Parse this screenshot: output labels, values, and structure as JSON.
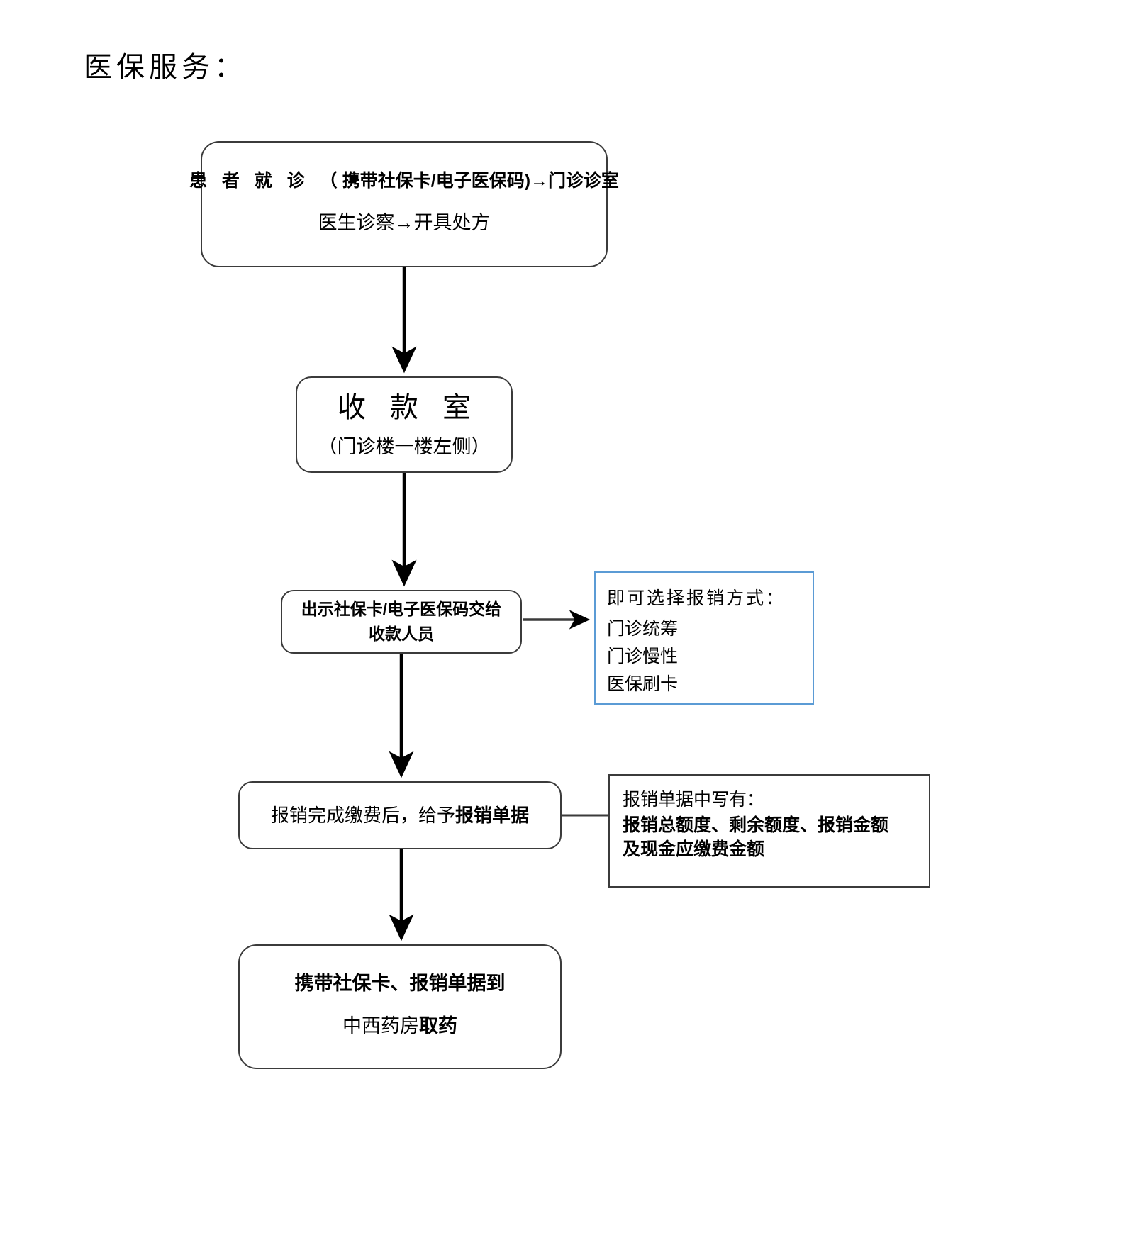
{
  "page": {
    "title": "医保服务："
  },
  "flowchart": {
    "type": "flowchart",
    "orientation": "top-to-bottom",
    "nodes": [
      {
        "id": "visit",
        "shape": "rounded-rectangle",
        "lines": [
          "患者就诊（携带社保卡/电子医保码)→门诊诊室",
          "医生诊察→开具处方"
        ],
        "line1_part_a": "患 者 就 诊 （",
        "line1_part_b": "携带社保卡/电子医保码)→门诊诊室",
        "line2": "医生诊察→开具处方"
      },
      {
        "id": "cashier",
        "shape": "rounded-rectangle",
        "title": "收 款 室",
        "subtitle": "（门诊楼一楼左侧）"
      },
      {
        "id": "present-card",
        "shape": "rounded-rectangle",
        "line1": "出示社保卡/电子医保码交给",
        "line2": "收款人员"
      },
      {
        "id": "receipt",
        "shape": "rounded-rectangle",
        "line1_normal": "报销完成缴费后，给予",
        "line1_bold": "报销单据"
      },
      {
        "id": "pharmacy",
        "shape": "rounded-rectangle",
        "line1": "携带社保卡、报销单据到",
        "line2_normal": "中西药房",
        "line2_bold": "取药"
      }
    ],
    "notes": [
      {
        "id": "reimbursement-options",
        "border_color": "#5b9bd5",
        "header": "即可选择报销方式：",
        "options": [
          "门诊统筹",
          "门诊慢性",
          "医保刷卡"
        ]
      },
      {
        "id": "receipt-contents",
        "border_color": "#3b3b3b",
        "header": "报销单据中写有：",
        "body_line1": "报销总额度、剩余额度、报销金额",
        "body_line2": "及现金应缴费金额"
      }
    ],
    "edges": [
      {
        "from": "visit",
        "to": "cashier",
        "direction": "down"
      },
      {
        "from": "cashier",
        "to": "present-card",
        "direction": "down"
      },
      {
        "from": "present-card",
        "to": "reimbursement-options",
        "direction": "right"
      },
      {
        "from": "present-card",
        "to": "receipt",
        "direction": "down"
      },
      {
        "from": "receipt",
        "to": "receipt-contents",
        "direction": "right"
      },
      {
        "from": "receipt",
        "to": "pharmacy",
        "direction": "down"
      }
    ],
    "colors": {
      "node_border": "#3b3b3b",
      "note_border_blue": "#5b9bd5",
      "note_border_black": "#3b3b3b",
      "arrow": "#000000",
      "background": "#ffffff",
      "text": "#000000"
    }
  }
}
